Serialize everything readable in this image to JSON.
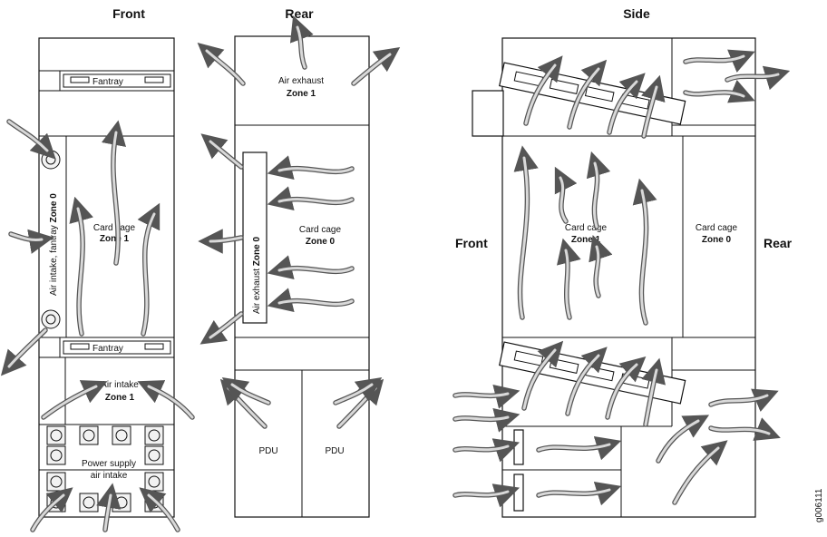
{
  "views": {
    "front": {
      "title": "Front",
      "fantray_top": "Fantray",
      "fantray_bottom": "Fantray",
      "side_label_plain": "Air intake, fantray ",
      "side_label_zone": "Zone 0",
      "card_cage": "Card cage",
      "card_cage_zone": "Zone 1",
      "air_intake": "Air intake",
      "air_intake_zone": "Zone 1",
      "power_supply_1": "Power supply",
      "power_supply_2": "air intake"
    },
    "rear": {
      "title": "Rear",
      "air_exhaust": "Air exhaust",
      "air_exhaust_zone": "Zone 1",
      "side_label_plain": "Air exhaust ",
      "side_label_zone": "Zone 0",
      "card_cage": "Card cage",
      "card_cage_zone": "Zone 0",
      "pdu_left": "PDU",
      "pdu_right": "PDU"
    },
    "side": {
      "title": "Side",
      "front_label": "Front",
      "rear_label": "Rear",
      "card_cage_1": "Card cage",
      "card_cage_1_zone": "Zone 1",
      "card_cage_0": "Card cage",
      "card_cage_0_zone": "Zone 0"
    }
  },
  "figure_id": "g006111",
  "colors": {
    "line": "#111111",
    "arrow_outline": "#555555",
    "arrow_fill": "#d9d9d9"
  }
}
